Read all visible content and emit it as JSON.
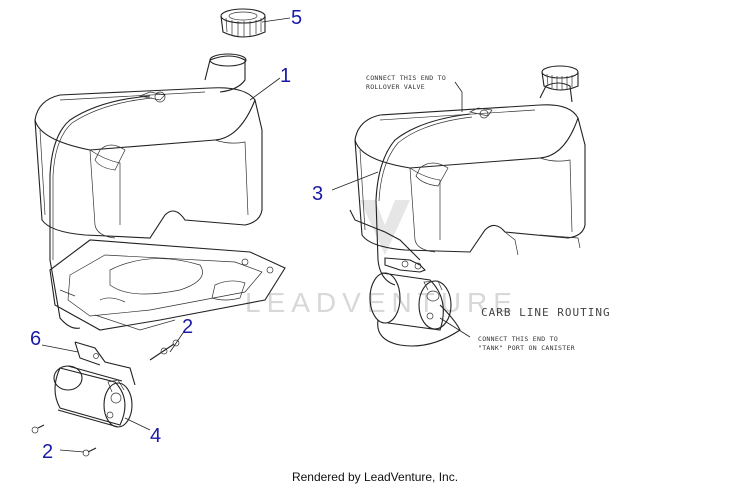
{
  "callouts": {
    "c1": "1",
    "c2a": "2",
    "c2b": "2",
    "c3": "3",
    "c4": "4",
    "c5": "5",
    "c6": "6"
  },
  "notes": {
    "rollover_line1": "CONNECT THIS END TO",
    "rollover_line2": "ROLLOVER VALVE",
    "tank_line1": "CONNECT THIS END TO",
    "tank_line2": "\"TANK\" PORT ON CANISTER",
    "carb_routing": "CARB LINE ROUTING"
  },
  "watermark": "LEADVENTURE",
  "footer": "Rendered by LeadVenture, Inc.",
  "colors": {
    "callout": "#1a1aa8",
    "line": "#222222",
    "watermark": "#d8d8d8"
  }
}
